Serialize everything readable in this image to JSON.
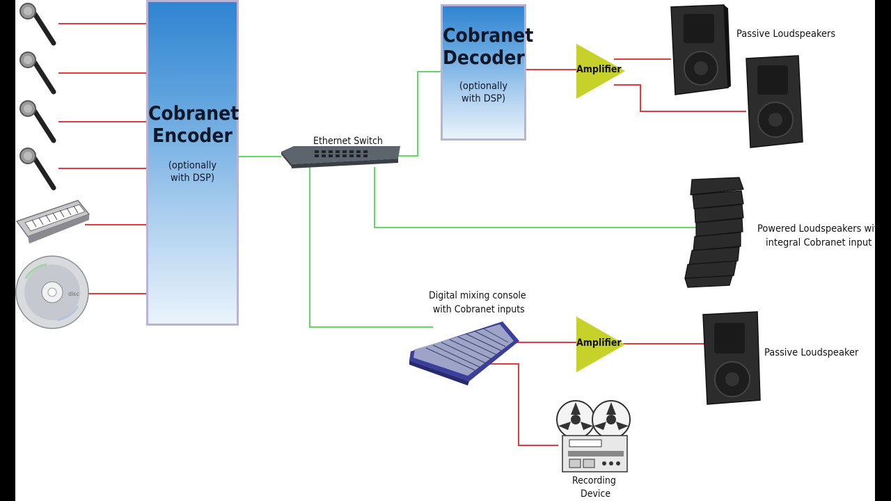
{
  "encoder": {
    "title_line1": "Cobranet",
    "title_line2": "Encoder",
    "sub_line1": "(optionally",
    "sub_line2": "with DSP)"
  },
  "decoder": {
    "title_line1": "Cobranet",
    "title_line2": "Decoder",
    "sub_line1": "(optionally",
    "sub_line2": "with DSP)"
  },
  "switch": {
    "label": "Ethernet Switch"
  },
  "amplifier_top": {
    "label": "Amplifier"
  },
  "amplifier_bottom": {
    "label": "Amplifier"
  },
  "passive_speakers_top": {
    "label": "Passive Loudspeakers"
  },
  "powered_speakers": {
    "label_line1": "Powered Loudspeakers with",
    "label_line2": "integral Cobranet input"
  },
  "mixer": {
    "label_line1": "Digital mixing console",
    "label_line2": "with Cobranet inputs"
  },
  "passive_speaker_bottom": {
    "label": "Passive Loudspeaker"
  },
  "recorder": {
    "label_line1": "Recording",
    "label_line2": "Device"
  },
  "cd": {
    "disc_text": "disc"
  },
  "colors": {
    "audio_line": "#e23b3b",
    "network_line": "#5fdc5f",
    "amplifier": "#c6d12a",
    "box_border": "#b9b3d8"
  }
}
